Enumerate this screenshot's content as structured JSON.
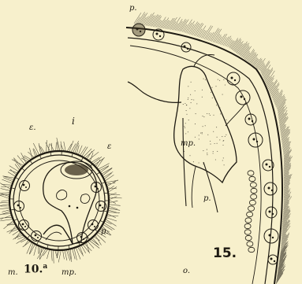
{
  "labels": {
    "p_top": "p.",
    "i": "i",
    "e_left": "ε.",
    "e_right": "ε",
    "mp_right": "mp.",
    "p_lower_right": "p.",
    "p_left": "p.",
    "m": "m.",
    "fig_10a": "10.",
    "fig_10a_sup": "a",
    "mp_left": "mp.",
    "o": "o.",
    "fig_15": "15."
  }
}
